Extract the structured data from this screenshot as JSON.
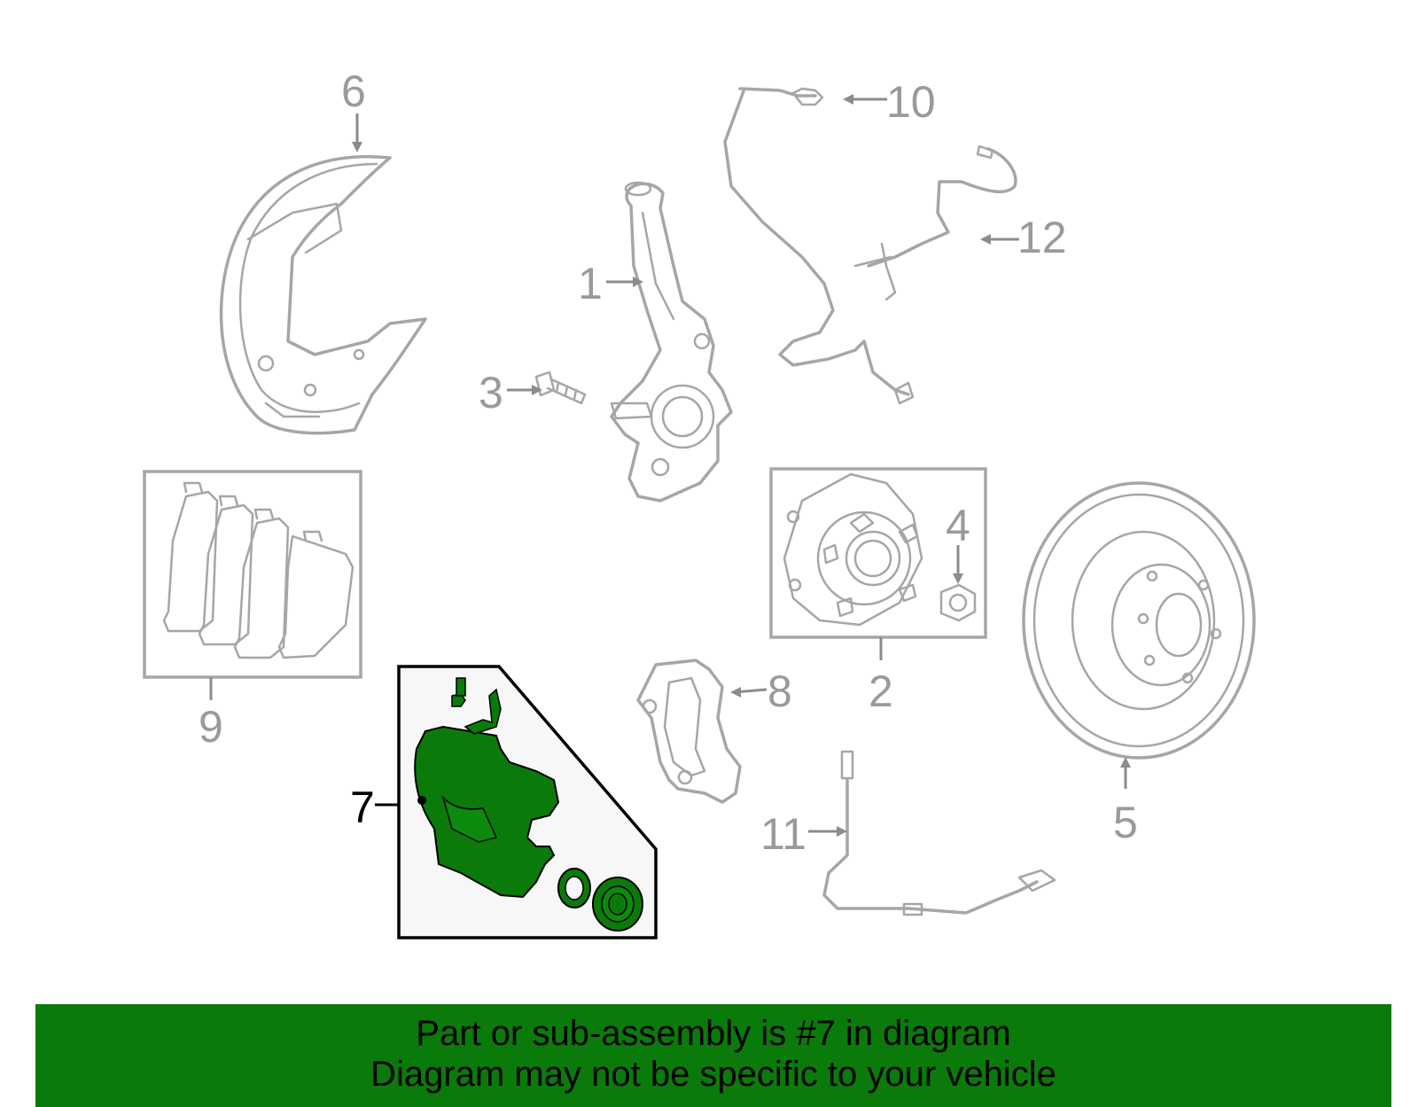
{
  "callouts": {
    "c1": "1",
    "c2": "2",
    "c3": "3",
    "c4": "4",
    "c5": "5",
    "c6": "6",
    "c7": "7",
    "c8": "8",
    "c9": "9",
    "c10": "10",
    "c11": "11",
    "c12": "12"
  },
  "highlight_color": "#0a7a0a",
  "banner": {
    "line1": "Part or sub-assembly is #7 in diagram",
    "line2": "Diagram may not be specific to your vehicle"
  }
}
